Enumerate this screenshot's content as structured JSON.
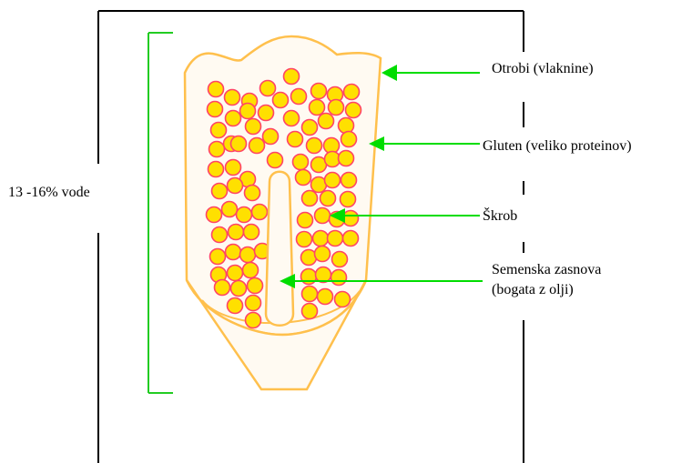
{
  "labels": {
    "water": "13 -16% vode",
    "bran": "Otrobi (vlaknine)",
    "gluten": "Gluten (veliko proteinov)",
    "starch": "Škrob",
    "germ_line1": "Semenska zasnova",
    "germ_line2": "(bogata z olji)"
  },
  "colors": {
    "outline": "#ffc04d",
    "fill": "#fffaf2",
    "granule_fill": "#ffe000",
    "granule_stroke": "#ff4466",
    "arrow": "#00dd00",
    "bracket": "#22cc22",
    "frame": "#000000"
  }
}
